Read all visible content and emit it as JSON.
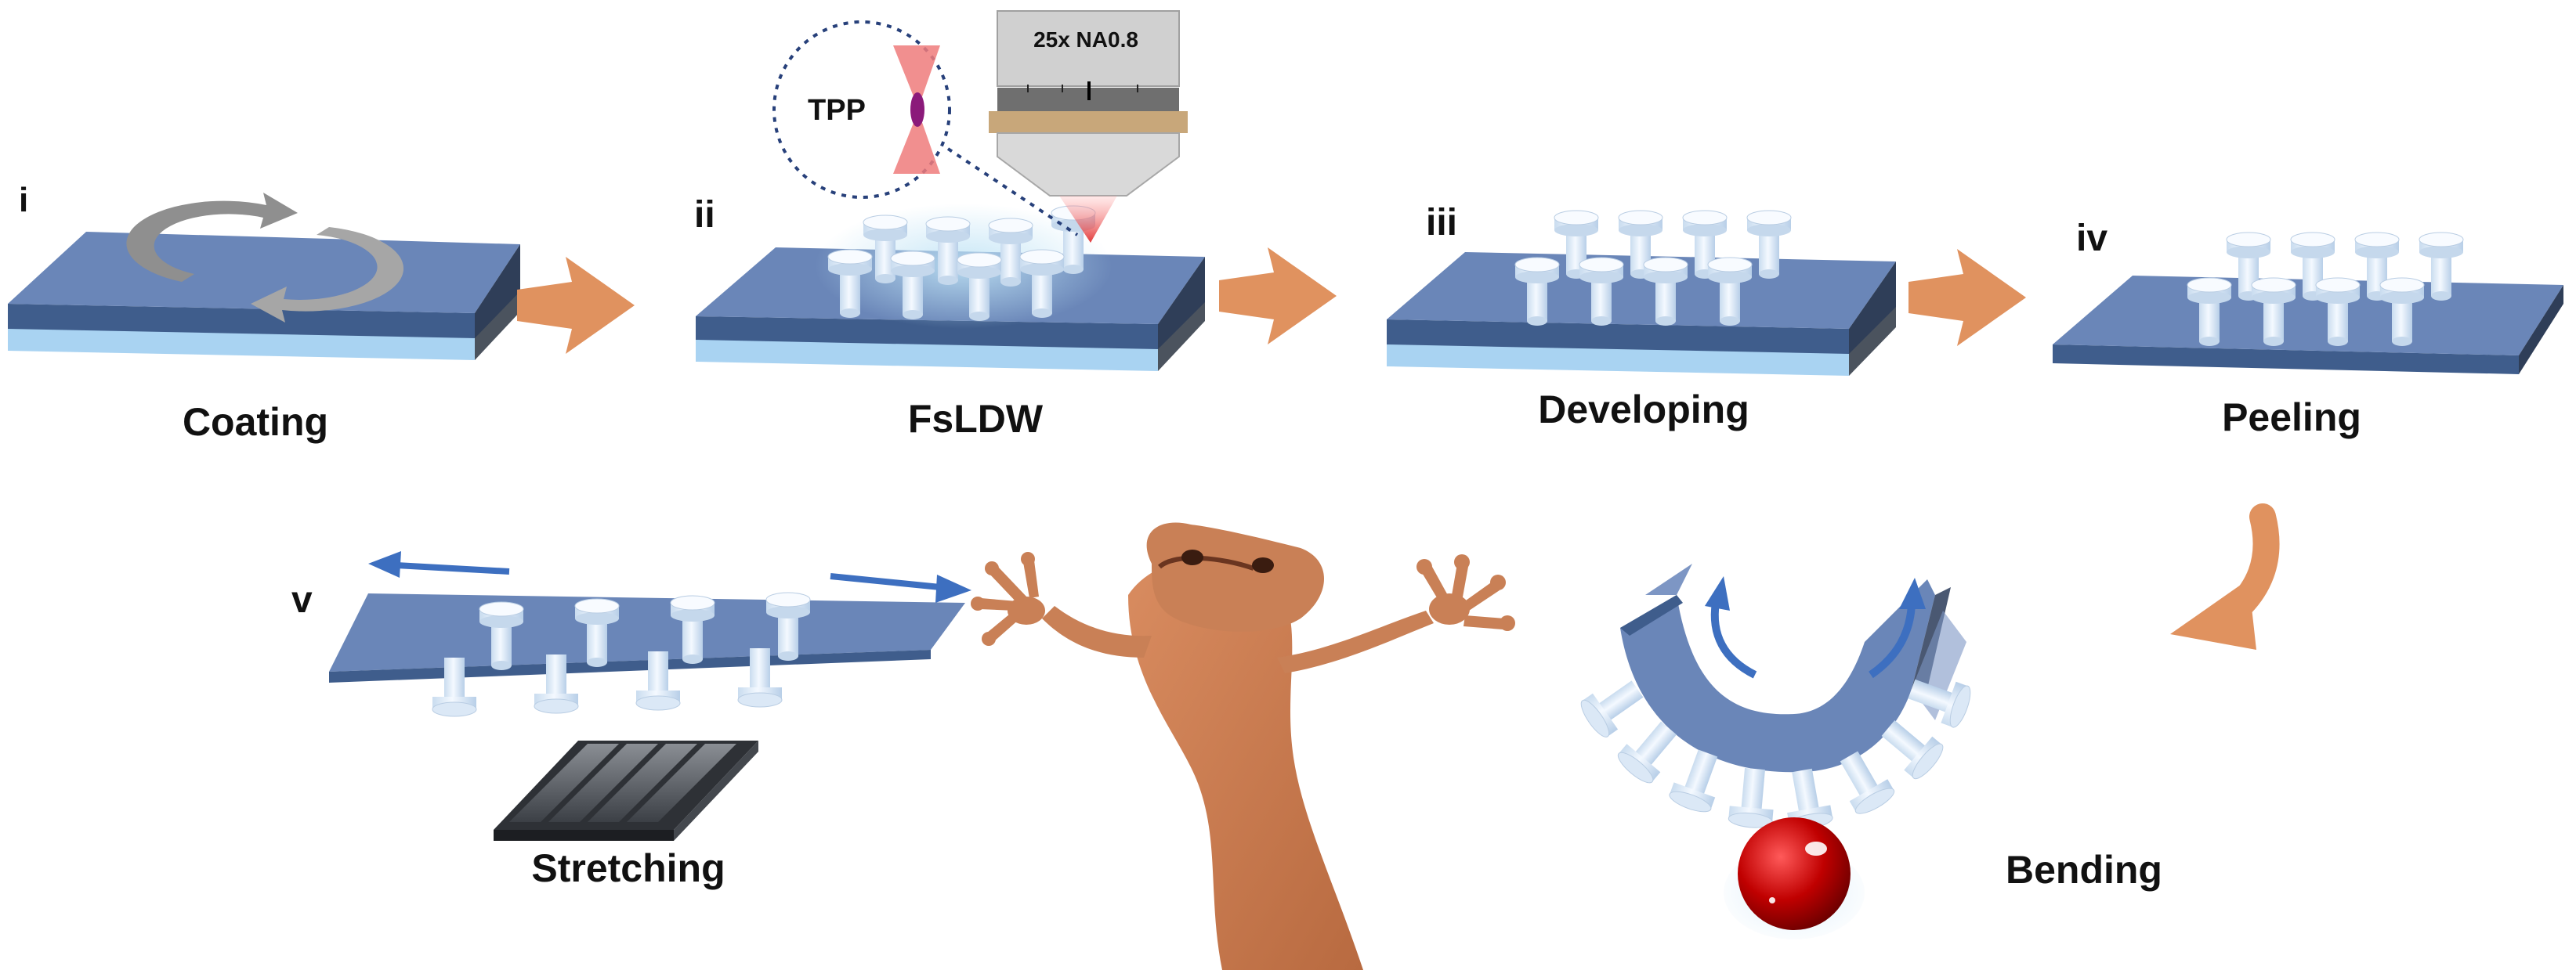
{
  "steps": {
    "i": {
      "numeral": "i",
      "caption": "Coating"
    },
    "ii": {
      "numeral": "ii",
      "caption": "FsLDW"
    },
    "iii": {
      "numeral": "iii",
      "caption": "Developing"
    },
    "iv": {
      "numeral": "iv",
      "caption": "Peeling"
    }
  },
  "tpp_label": "TPP",
  "objective_label": "25x NA0.8",
  "lower_row": {
    "numeral": "v",
    "stretch_caption": "Stretching",
    "bend_caption": "Bending"
  },
  "colors": {
    "substrate_top": "#5b7bb0",
    "substrate_side": "#3f5d8c",
    "film": "#a9d3f2",
    "pillar": "#e6f1fb",
    "process_arrow": "#e0925f",
    "blue_arrow": "#3d6fc0",
    "gecko": "#c98056",
    "laser": "#e24b4b",
    "ball": "#c00000"
  },
  "icons": [
    "rotation-icon",
    "laser-beam-icon",
    "objective-lens-icon",
    "gecko-illustration",
    "red-ball-icon"
  ]
}
